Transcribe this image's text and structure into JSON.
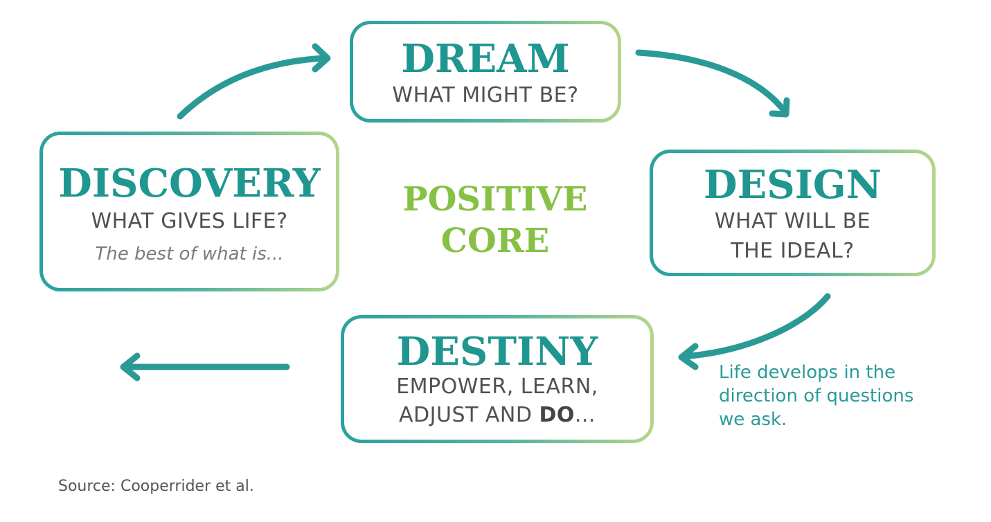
{
  "stages": {
    "dream": {
      "title": "DREAM",
      "question": "WHAT MIGHT BE?"
    },
    "discovery": {
      "title": "DISCOVERY",
      "question": "WHAT GIVES LIFE?",
      "note": "The best of what is..."
    },
    "design": {
      "title": "DESIGN",
      "question_lines": [
        "WHAT WILL BE",
        "THE IDEAL?"
      ]
    },
    "destiny": {
      "title": "DESTINY",
      "question_line1": "EMPOWER, LEARN,",
      "question_line2_prefix": "ADJUST AND ",
      "question_line2_emphasis": "DO",
      "question_line2_suffix": "..."
    }
  },
  "center": {
    "line1": "POSITIVE",
    "line2": "CORE"
  },
  "side_note_lines": [
    "Life develops in the",
    "direction of questions",
    "we ask."
  ],
  "source": "Source: Cooperrider et al.",
  "colors": {
    "teal": "#1f9690",
    "arrow": "#2a9a96",
    "green": "#86c145",
    "gray_text": "#505050"
  }
}
